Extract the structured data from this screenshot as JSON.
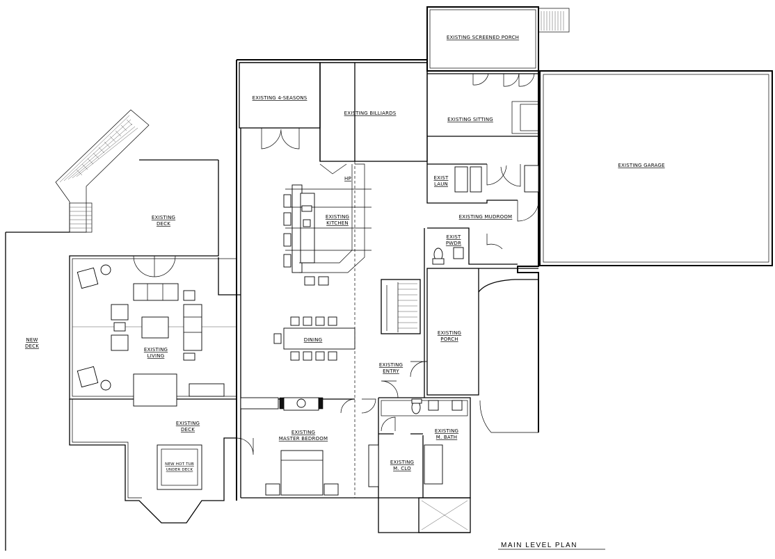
{
  "plan_title": "MAIN LEVEL PLAN",
  "rooms": {
    "screened_porch": "EXISTING SCREENED PORCH",
    "four_seasons": "EXISTING 4-SEASONS",
    "billiards": "EXISTING BILLIARDS",
    "sitting": "EXISTING SITTING",
    "garage": "EXISTING GARAGE",
    "laun_1": "EXIST",
    "laun_2": "LAUN",
    "hp": "HP",
    "kitchen_1": "EXISTING",
    "kitchen_2": "KITCHEN",
    "mudroom": "EXISTING MUDROOM",
    "deck_upper_1": "EXISTING",
    "deck_upper_2": "DECK",
    "pwdr_1": "EXIST",
    "pwdr_2": "PWDR",
    "new_deck_1": "NEW",
    "new_deck_2": "DECK",
    "dining": "DINING",
    "living_1": "EXISTING",
    "living_2": "LIVING",
    "porch_1": "EXISTING",
    "porch_2": "PORCH",
    "entry_1": "EXISTING",
    "entry_2": "ENTRY",
    "deck_lower_1": "EXISTING",
    "deck_lower_2": "DECK",
    "master_bedroom_1": "EXISTING",
    "master_bedroom_2": "MASTER BEDROOM",
    "m_bath_1": "EXISTING",
    "m_bath_2": "M. BATH",
    "m_clo_1": "EXISTING",
    "m_clo_2": "M. CLO",
    "hot_tub_1": "NEW HOT TUB",
    "hot_tub_2": "UNDER DECK"
  }
}
